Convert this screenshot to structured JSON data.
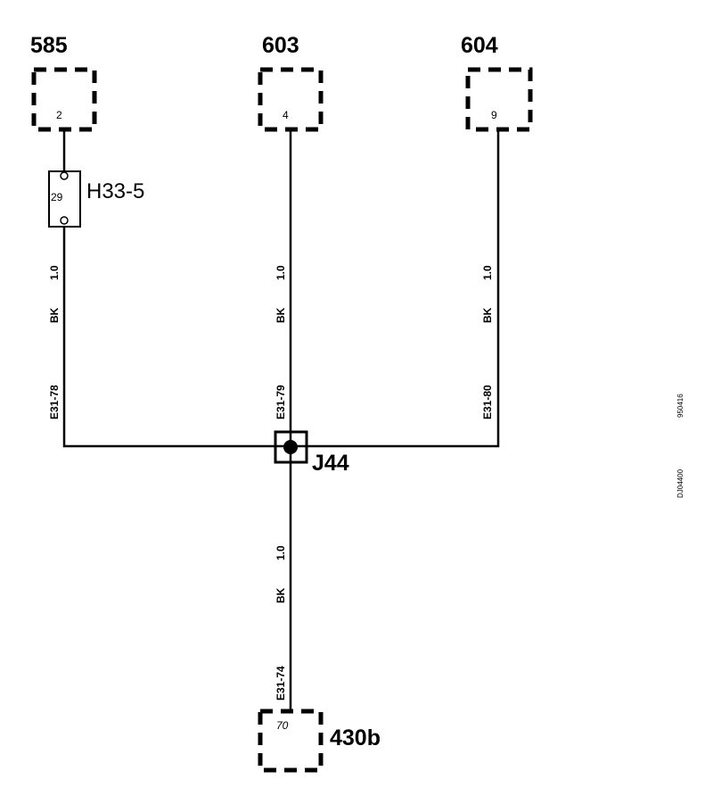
{
  "components": {
    "c585": {
      "name": "585",
      "pin": "2"
    },
    "c603": {
      "name": "603",
      "pin": "4"
    },
    "c604": {
      "name": "604",
      "pin": "9"
    },
    "c430b": {
      "name": "430b",
      "pin": "70"
    }
  },
  "inline_connector": {
    "name": "H33-5",
    "pin": "29"
  },
  "splice": {
    "name": "J44"
  },
  "wires": {
    "w78": {
      "size": "1.0",
      "color": "BK",
      "id": "E31-78"
    },
    "w79": {
      "size": "1.0",
      "color": "BK",
      "id": "E31-79"
    },
    "w80": {
      "size": "1.0",
      "color": "BK",
      "id": "E31-80"
    },
    "w74": {
      "size": "1.0",
      "color": "BK",
      "id": "E31-74"
    }
  },
  "side_codes": {
    "code_top": "950416",
    "code_bottom": "DJ04400"
  }
}
